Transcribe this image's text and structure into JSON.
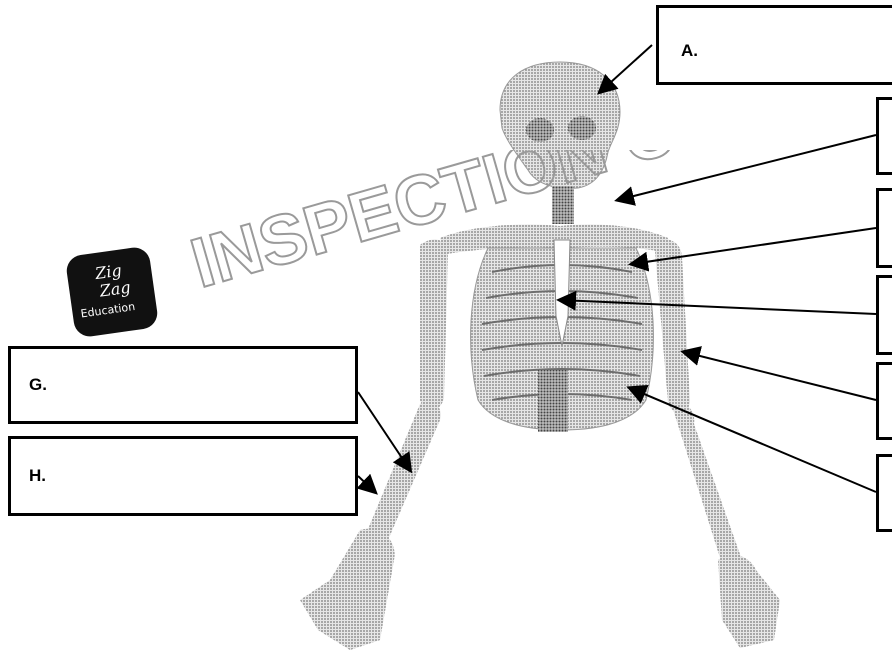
{
  "labels": {
    "a": "A.",
    "g": "G.",
    "h": "H."
  },
  "watermark": "INSPECTION COPY",
  "logo_text": [
    "Zig",
    "Zag",
    "Education"
  ],
  "colors": {
    "ink": "#000000",
    "bone": "#cfcfcf",
    "bone_dark": "#8e8e8e",
    "background": "#ffffff"
  }
}
